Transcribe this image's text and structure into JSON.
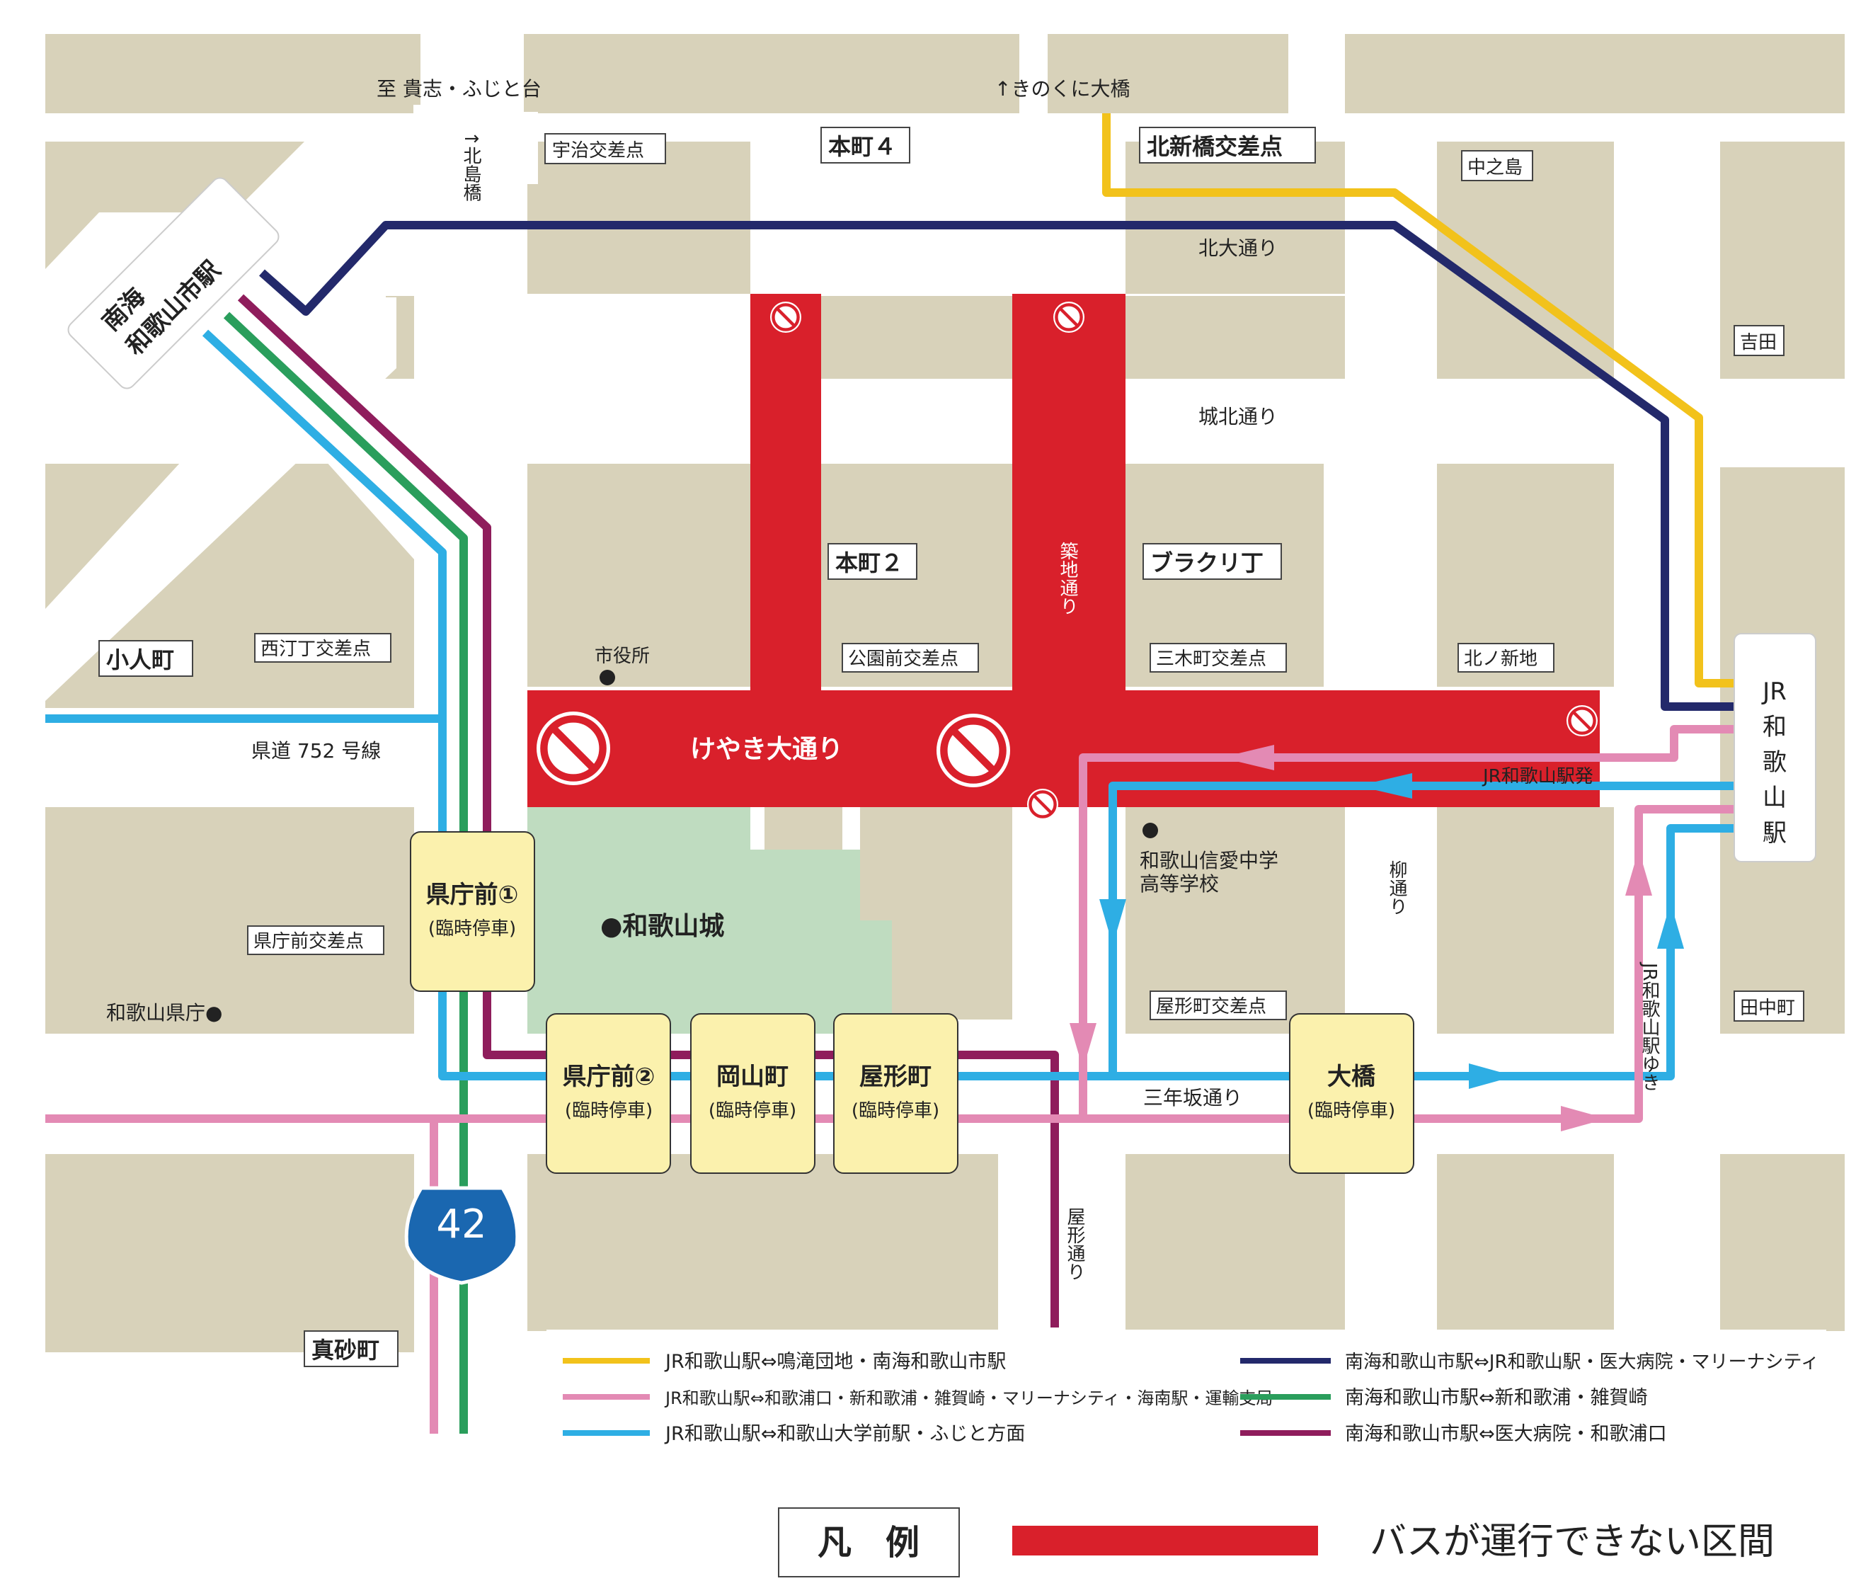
{
  "colors": {
    "block": "#d8d2ba",
    "road": "#ffffff",
    "closed": "#d9202b",
    "castle": "#bfdcc0",
    "stop_fill": "#fbf1ad",
    "route_yellow": "#f2c21b",
    "route_navy": "#23296b",
    "route_pink": "#e38ab4",
    "route_cyan": "#2eaee4",
    "route_green": "#2a9e5c",
    "route_purple": "#8f1d5c",
    "route42": "#1a67b0"
  },
  "stations": {
    "nankai": [
      "南海",
      "和歌山市駅"
    ],
    "jr": [
      "JR",
      "和",
      "歌",
      "山",
      "駅"
    ]
  },
  "top_labels": {
    "kishi": "至 貴志・ふじと台",
    "kinokuni": "↑きのくに大橋",
    "kitajima": "↑北島橋"
  },
  "intersections": {
    "uji": "宇治交差点",
    "honmachi4": "本町４",
    "kitashinbashi": "北新橋交差点",
    "nakanoshima": "中之島",
    "yoshida": "吉田",
    "honmachi2": "本町２",
    "burakuri": "ブラクリ丁",
    "koenmae": "公園前交差点",
    "mikimachi": "三木町交差点",
    "kitanoshinchi": "北ノ新地",
    "nishichodo": "西汀丁交差点",
    "kobitomachi": "小人町",
    "kenchomae_x": "県庁前交差点",
    "yakatamachi_x": "屋形町交差点",
    "tanakamachi": "田中町",
    "masagomachi": "真砂町"
  },
  "streets": {
    "kitaodori": "北大通り",
    "johoku": "城北通り",
    "tsukiji": "築地通り",
    "keyaki": "けやき大通り",
    "kendo": "県道 752 号線",
    "yanagi": "柳通り",
    "sannenzaka": "三年坂通り",
    "yakata": "屋形通り",
    "jr_hatsu": "JR和歌山駅発",
    "jr_yuki": "JR和歌山駅ゆき"
  },
  "landmarks": {
    "shiyakusho": "市役所",
    "castle": "●和歌山城",
    "kencho": "和歌山県庁●",
    "shinai": [
      "和歌山信愛中学",
      "高等学校"
    ]
  },
  "stops": [
    {
      "name": "県庁前①",
      "sub": "(臨時停車)"
    },
    {
      "name": "県庁前②",
      "sub": "(臨時停車)"
    },
    {
      "name": "岡山町",
      "sub": "(臨時停車)"
    },
    {
      "name": "屋形町",
      "sub": "(臨時停車)"
    },
    {
      "name": "大橋",
      "sub": "(臨時停車)"
    }
  ],
  "route_shield": "42",
  "route_legend": [
    {
      "color": "route_yellow",
      "text": "JR和歌山駅⇔鳴滝団地・南海和歌山市駅"
    },
    {
      "color": "route_pink",
      "text": "JR和歌山駅⇔和歌浦口・新和歌浦・雑賀崎・マリーナシティ・海南駅・運輸支局"
    },
    {
      "color": "route_cyan",
      "text": "JR和歌山駅⇔和歌山大学前駅・ふじと方面"
    },
    {
      "color": "route_navy",
      "text": "南海和歌山市駅⇔JR和歌山駅・医大病院・マリーナシティ"
    },
    {
      "color": "route_green",
      "text": "南海和歌山市駅⇔新和歌浦・雑賀崎"
    },
    {
      "color": "route_purple",
      "text": "南海和歌山市駅⇔医大病院・和歌浦口"
    }
  ],
  "legend": {
    "title": "凡　例",
    "closed_text": "バスが運行できない区間"
  }
}
